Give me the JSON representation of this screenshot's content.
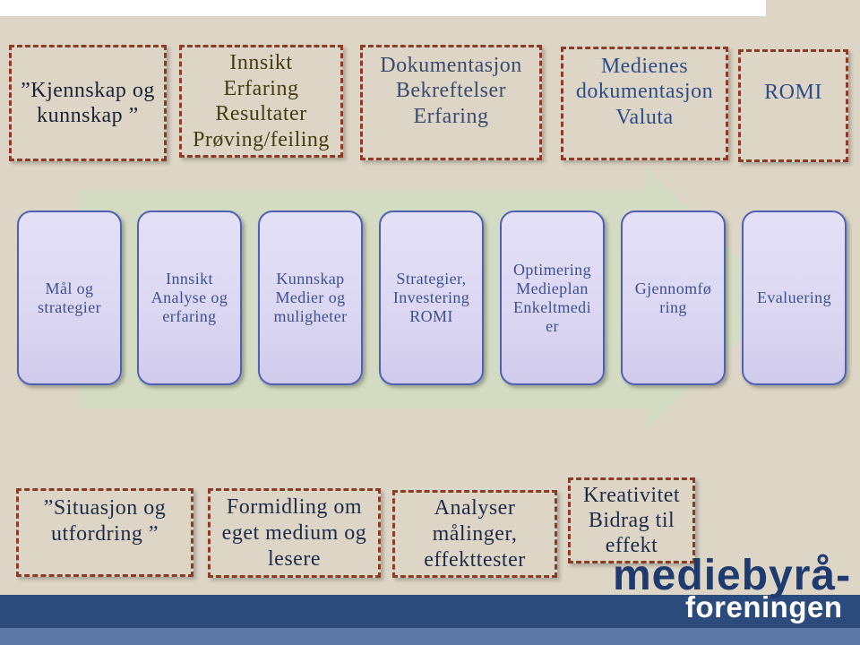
{
  "colors": {
    "background": "#ddd6c6",
    "arrow": "#d3dcc2",
    "dashed_border": "#8a3c28",
    "step_fill": "#dcd8f2",
    "step_border": "#5060b6",
    "step_text": "#3e4f8f",
    "logo_blue": "#1f3a6e",
    "band_blue": "#2b4b7d"
  },
  "top_boxes": [
    {
      "lines": [
        "”Kjennskap og",
        "kunnskap ”"
      ]
    },
    {
      "lines": [
        "Innsikt",
        "Erfaring",
        "Resultater",
        "Prøving/feiling"
      ]
    },
    {
      "lines": [
        "Dokumentasjon",
        "Bekreftelser",
        "Erfaring"
      ]
    },
    {
      "lines": [
        "Medienes",
        "dokumentasjon",
        "Valuta"
      ]
    },
    {
      "lines": [
        "ROMI"
      ]
    }
  ],
  "process_arrow": {
    "steps": [
      {
        "lines": [
          "Mål og",
          "strategier"
        ]
      },
      {
        "lines": [
          "Innsikt",
          "Analyse og",
          "erfaring"
        ]
      },
      {
        "lines": [
          "Kunnskap",
          "Medier og",
          "muligheter"
        ]
      },
      {
        "lines": [
          "Strategier,",
          "Investering",
          "ROMI"
        ]
      },
      {
        "lines": [
          "Optimering",
          "Medieplan",
          "Enkeltmedi",
          "er"
        ]
      },
      {
        "lines": [
          "Gjennomfø",
          "ring"
        ]
      },
      {
        "lines": [
          "Evaluering"
        ]
      }
    ]
  },
  "bottom_boxes": [
    {
      "lines": [
        "”Situasjon og",
        "utfordring ”"
      ]
    },
    {
      "lines": [
        "Formidling om",
        "eget medium og",
        "lesere"
      ]
    },
    {
      "lines": [
        "Analyser",
        "målinger,",
        "effekttester"
      ]
    },
    {
      "lines": [
        "Kreativitet",
        "Bidrag til",
        "effekt"
      ]
    }
  ],
  "logo": {
    "line1": "mediebyrå-",
    "line2": "foreningen"
  }
}
